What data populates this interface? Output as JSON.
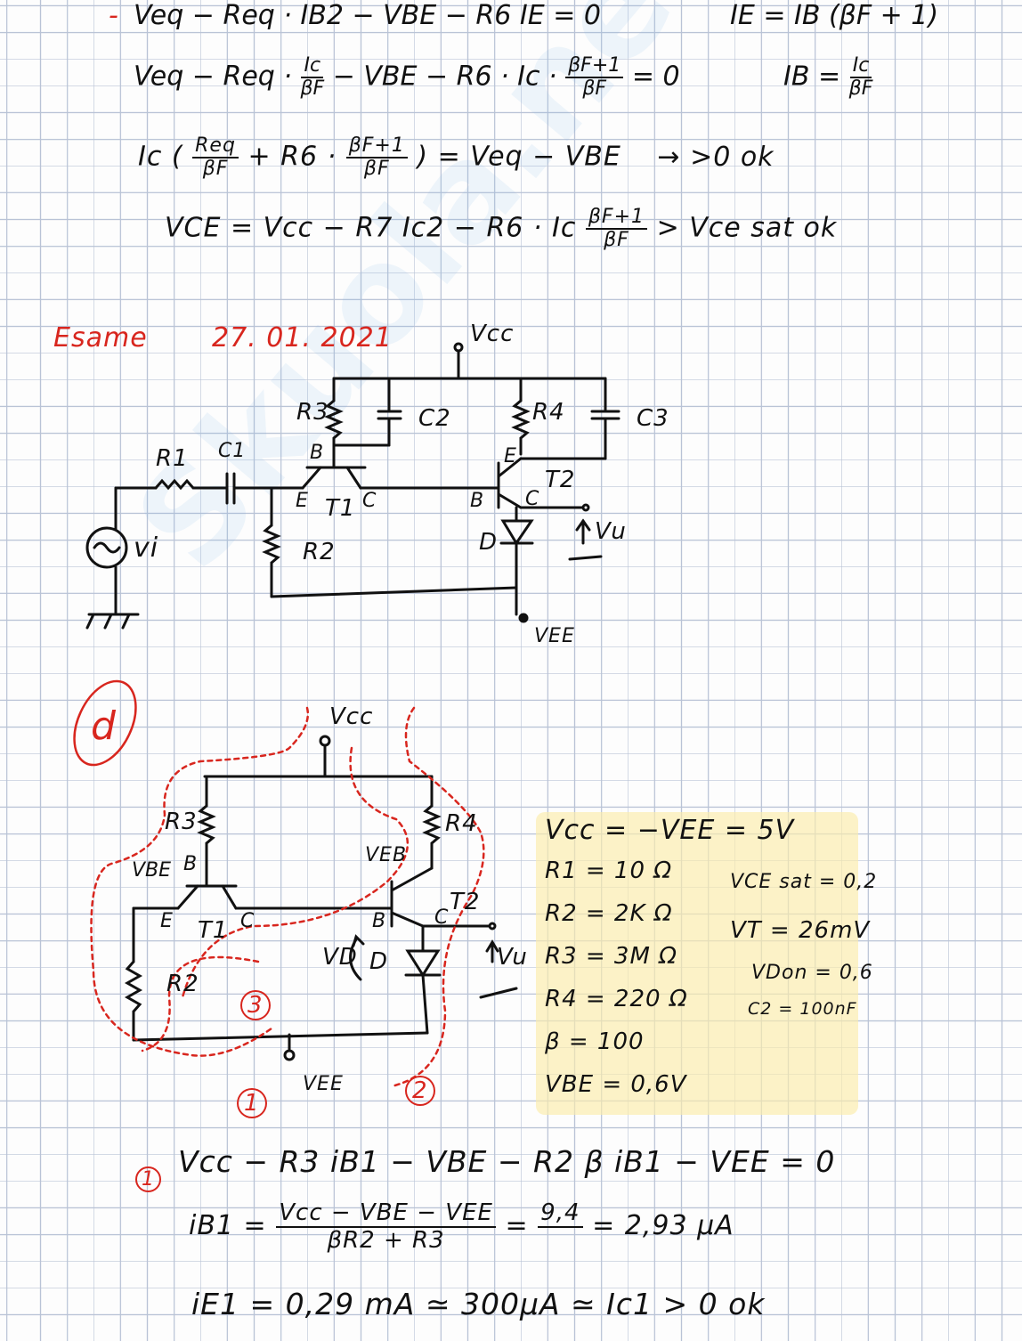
{
  "watermark": "Skuola.net",
  "equations": {
    "eq1_dash": "-",
    "eq1": "Veq − Req · IB2 − VBE − R6 IE = 0",
    "eq1_side": "IE = IB (βF + 1)",
    "eq2_a": "Veq − Req ·",
    "eq2_num1": "Ic",
    "eq2_den1": "βF",
    "eq2_b": "− VBE − R6 · Ic ·",
    "eq2_num2": "βF+1",
    "eq2_den2": "βF",
    "eq2_c": "= 0",
    "eq2_side_a": "IB =",
    "eq2_side_num": "Ic",
    "eq2_side_den": "βF",
    "eq3_a": "Ic (",
    "eq3_num1": "Req",
    "eq3_den1": "βF",
    "eq3_b": "+ R6 ·",
    "eq3_num2": "βF+1",
    "eq3_den2": "βF",
    "eq3_c": ") = Veq − VBE",
    "eq3_d": "→ >0  ok",
    "eq4_a": "VCE = Vcc − R7 Ic2 − R6 · Ic",
    "eq4_num": "βF+1",
    "eq4_den": "βF",
    "eq4_b": "> Vce sat ok"
  },
  "exam": {
    "title": "Esame",
    "date": "27. 01. 2021"
  },
  "circuit1": {
    "vcc": "Vcc",
    "r3": "R3",
    "c2": "C2",
    "r4": "R4",
    "c3": "C3",
    "r1": "R1",
    "c1": "C1",
    "b1": "B",
    "e1": "E",
    "t1": "T1",
    "c_1": "C",
    "e2": "E",
    "b2": "B",
    "c_2": "C",
    "t2": "T2",
    "vi": "vi",
    "r2": "R2",
    "d": "D",
    "vu": "Vu",
    "vee": "VEE"
  },
  "circuit2": {
    "mark": "d",
    "vcc": "Vcc",
    "r3": "R3",
    "r4": "R4",
    "vbe1": "VBE",
    "b1": "B",
    "e1": "E",
    "t1": "T1",
    "c_1": "C",
    "veb2": "VEB",
    "b2": "B",
    "c_2": "C",
    "t2": "T2",
    "vd": "VD",
    "d": "D",
    "vu": "Vu",
    "r2": "R2",
    "vee": "VEE",
    "loop1": "1",
    "loop2": "2",
    "loop3": "3"
  },
  "params": {
    "left": [
      "Vcc = −VEE = 5V",
      "R1 = 10 Ω",
      "R2 = 2K Ω",
      "R3 = 3M Ω",
      "R4 = 220 Ω",
      "β = 100",
      "VBE = 0,6V"
    ],
    "right": [
      "VCE sat = 0,2",
      "VT = 26mV",
      "VDon = 0,6",
      "C2 = 100nF"
    ]
  },
  "solution": {
    "loop_mark": "1",
    "line1": "Vcc − R3 iB1 − VBE − R2 β iB1 − VEE = 0",
    "line2_a": "iB1 =",
    "line2_num": "Vcc − VBE − VEE",
    "line2_den": "βR2 + R3",
    "line2_b": "=",
    "line2_num2": "9,4",
    "line2_c": "= 2,93 μA",
    "line3": "iE1 = 0,29 mA ≃ 300μA ≃ Ic1 > 0  ok"
  }
}
